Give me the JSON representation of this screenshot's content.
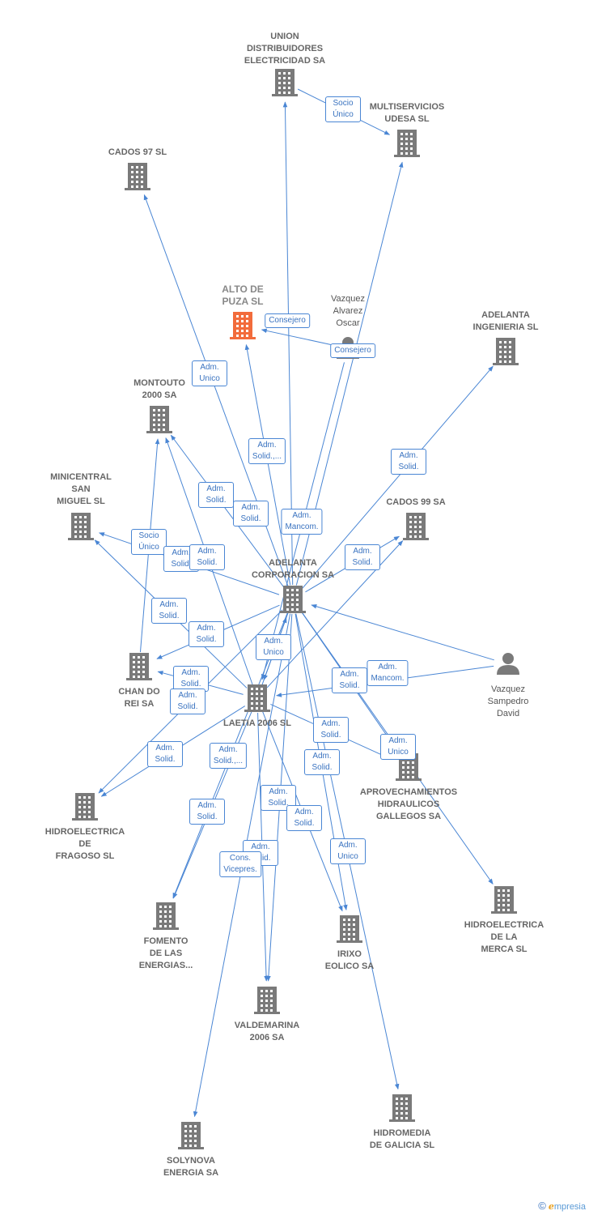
{
  "colors": {
    "edge": "#4a86d4",
    "building": "#7a7a7a",
    "focus_building": "#f26c3c",
    "person": "#7a7a7a"
  },
  "nodes": [
    {
      "id": "union",
      "label": "UNION\nDISTRIBUIDORES\nELECTRICIDAD SA",
      "kind": "company-icon"
    },
    {
      "id": "multiservicios",
      "label": "MULTISERVICIOS\nUDESA SL",
      "kind": "company-icon"
    },
    {
      "id": "cados97",
      "label": "CADOS 97 SL",
      "kind": "company-icon"
    },
    {
      "id": "altodepuza",
      "label": "ALTO DE\nPUZA  SL",
      "kind": "focus-company-icon"
    },
    {
      "id": "vazquezoscar",
      "label": "Vazquez\nAlvarez\nOscar",
      "kind": "person-icon"
    },
    {
      "id": "adelantaing",
      "label": "ADELANTA\nINGENIERIA SL",
      "kind": "company-icon"
    },
    {
      "id": "montouto",
      "label": "MONTOUTO\n2000 SA",
      "kind": "company-icon"
    },
    {
      "id": "minicentral",
      "label": "MINICENTRAL\nSAN\nMIGUEL SL",
      "kind": "company-icon"
    },
    {
      "id": "cados99",
      "label": "CADOS 99 SA",
      "kind": "company-icon"
    },
    {
      "id": "adelantacorp",
      "label": "ADELANTA\nCORPORACION SA",
      "kind": "company-icon"
    },
    {
      "id": "chandorei",
      "label": "CHAN DO\nREI SA",
      "kind": "company-icon"
    },
    {
      "id": "laetia",
      "label": "LAETIA 2006 SL",
      "kind": "company-icon"
    },
    {
      "id": "vazquezdavid",
      "label": "Vazquez\nSampedro\nDavid",
      "kind": "person-icon"
    },
    {
      "id": "aprovechamientos",
      "label": "APROVECHAMIENTOS\nHIDRAULICOS\nGALLEGOS SA",
      "kind": "company-icon"
    },
    {
      "id": "fragoso",
      "label": "HIDROELECTRICA\nDE\nFRAGOSO SL",
      "kind": "company-icon"
    },
    {
      "id": "merca",
      "label": "HIDROELECTRICA\nDE LA\nMERCA SL",
      "kind": "company-icon"
    },
    {
      "id": "fomento",
      "label": "FOMENTO\nDE LAS\nENERGIAS...",
      "kind": "company-icon"
    },
    {
      "id": "irixo",
      "label": "IRIXO\nEOLICO SA",
      "kind": "company-icon"
    },
    {
      "id": "valdemarina",
      "label": "VALDEMARINA\n2006 SA",
      "kind": "company-icon"
    },
    {
      "id": "hidromedia",
      "label": "HIDROMEDIA\nDE GALICIA SL",
      "kind": "company-icon"
    },
    {
      "id": "solynova",
      "label": "SOLYNOVA\nENERGIA SA",
      "kind": "company-icon"
    }
  ],
  "edges": [
    {
      "from": "union",
      "to": "multiservicios",
      "label": "Socio\nÚnico"
    },
    {
      "from": "adelantacorp",
      "to": "union",
      "label": ""
    },
    {
      "from": "adelantacorp",
      "to": "multiservicios",
      "label": ""
    },
    {
      "from": "adelantacorp",
      "to": "cados97",
      "label": "Adm.\nUnico"
    },
    {
      "from": "adelantacorp",
      "to": "altodepuza",
      "label": "Adm.\nSolid.,..."
    },
    {
      "from": "vazquezoscar",
      "to": "altodepuza",
      "label": "Consejero"
    },
    {
      "from": "vazquezoscar",
      "to": "laetia",
      "label": "Consejero"
    },
    {
      "from": "adelantacorp",
      "to": "adelantaing",
      "label": "Adm.\nSolid."
    },
    {
      "from": "adelantacorp",
      "to": "montouto",
      "label": "Adm.\nSolid."
    },
    {
      "from": "laetia",
      "to": "montouto",
      "label": "Adm.\nSolid."
    },
    {
      "from": "chandorei",
      "to": "montouto",
      "label": "Socio\nÚnico"
    },
    {
      "from": "adelantacorp",
      "to": "minicentral",
      "label": "Adm.\nSolid."
    },
    {
      "from": "laetia",
      "to": "minicentral",
      "label": "Adm.\nSolid."
    },
    {
      "from": "adelantacorp",
      "to": "cados99",
      "label": "Adm.\nSolid."
    },
    {
      "from": "laetia",
      "to": "cados99",
      "label": "Adm.\nSolid."
    },
    {
      "from": "vazquezdavid",
      "to": "adelantacorp",
      "label": "Adm.\nMancom."
    },
    {
      "from": "vazquezdavid",
      "to": "laetia",
      "label": "Adm.\nSolid."
    },
    {
      "from": "laetia",
      "to": "adelantacorp",
      "label": "Adm.\nUnico"
    },
    {
      "from": "adelantacorp",
      "to": "chandorei",
      "label": "Adm.\nSolid."
    },
    {
      "from": "laetia",
      "to": "chandorei",
      "label": "Adm.\nSolid."
    },
    {
      "from": "adelantacorp",
      "to": "fragoso",
      "label": "Adm.\nSolid."
    },
    {
      "from": "laetia",
      "to": "fragoso",
      "label": "Adm.\nSolid."
    },
    {
      "from": "adelantacorp",
      "to": "aprovechamientos",
      "label": "Adm.\nUnico"
    },
    {
      "from": "laetia",
      "to": "aprovechamientos",
      "label": "Adm.\nSolid."
    },
    {
      "from": "adelantacorp",
      "to": "merca",
      "label": ""
    },
    {
      "from": "adelantacorp",
      "to": "fomento",
      "label": "Adm.\nSolid."
    },
    {
      "from": "laetia",
      "to": "fomento",
      "label": "Adm.\nSolid.,..."
    },
    {
      "from": "adelantacorp",
      "to": "irixo",
      "label": "Adm.\nSolid."
    },
    {
      "from": "laetia",
      "to": "irixo",
      "label": "Adm.\nSolid."
    },
    {
      "from": "adelantacorp",
      "to": "valdemarina",
      "label": "Adm.\nSolid."
    },
    {
      "from": "laetia",
      "to": "valdemarina",
      "label": "Adm.\nSolid."
    },
    {
      "from": "adelantacorp",
      "to": "hidromedia",
      "label": "Adm.\nUnico"
    },
    {
      "from": "adelantacorp",
      "to": "solynova",
      "label": "Cons.\nVicepres."
    },
    {
      "from": "adelantacorp",
      "to": "laetia",
      "label": "Adm.\nMancom."
    }
  ],
  "footer": {
    "copyright_symbol": "©",
    "brand_initial": "e",
    "brand_rest": "mpresia"
  }
}
